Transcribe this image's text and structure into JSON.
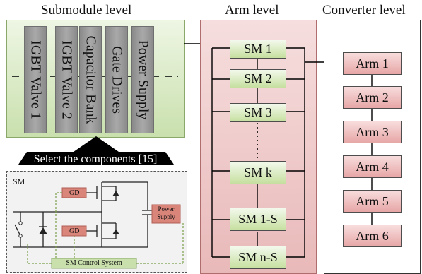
{
  "titles": {
    "submodule": "Submodule level",
    "arm": "Arm level",
    "converter": "Converter level"
  },
  "components": [
    "IGBT Valve 1",
    "IGBT Valve 2",
    "Capacitor Bank",
    "Gate Drives",
    "Power Supply"
  ],
  "selection_banner": "Select the components [15]",
  "circuit": {
    "sm_label": "SM",
    "gd_top": "GD",
    "gd_bottom": "GD",
    "power_supply_line1": "Power",
    "power_supply_line2": "Supply",
    "control_system": "SM Control System"
  },
  "arm_submodules": [
    "SM 1",
    "SM 2",
    "SM 3",
    "SM k",
    "SM 1-S",
    "SM n-S"
  ],
  "converter_arms": [
    "Arm 1",
    "Arm 2",
    "Arm 3",
    "Arm 4",
    "Arm 5",
    "Arm 6"
  ],
  "colors": {
    "submodule_panel": "#c9e0ad",
    "component": "#9a9a9a",
    "arm_panel": "#e9b9b9",
    "arm_box": "#e7a6a6",
    "gd_box": "#d9857a"
  }
}
